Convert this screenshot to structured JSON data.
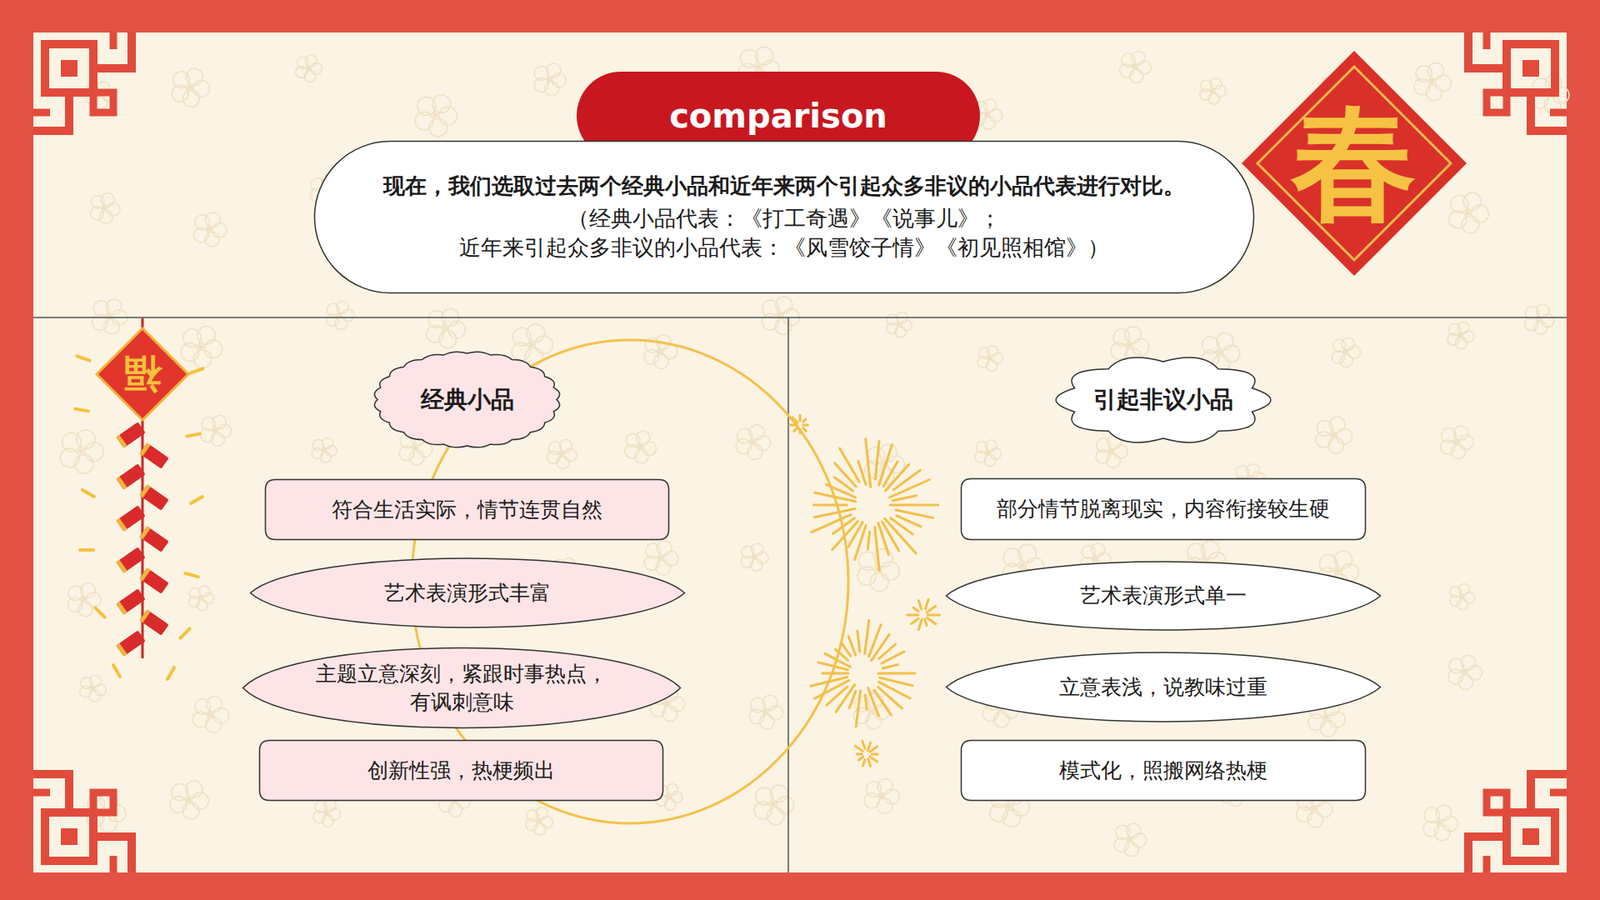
{
  "diagram": {
    "title": "comparison",
    "nodes": [
      {
        "text": [
          "现在，我们选取过去两个经典小品和近年来两个引起众多非议的小品代表进行对比。",
          "（经典小品代表：《打工奇遇》《说事儿》； 近年来引起众多非议的小品代表：《风雪饺子情》《初见照相馆》）"
        ]
      },
      {
        "text": [
          "经典小品"
        ]
      },
      {
        "text": [
          "符合生活实际，情节连贯自然"
        ]
      },
      {
        "text": [
          "艺术表演形式丰富"
        ]
      },
      {
        "text": [
          "主题立意深刻，紧跟时事热点， 有讽刺意味"
        ]
      },
      {
        "text": [
          "创新性强，热梗频出"
        ]
      },
      {
        "text": [
          "引起非议小品"
        ]
      },
      {
        "text": [
          "部分情节脱离现实，内容衔接较生硬"
        ]
      },
      {
        "text": [
          "艺术表演形式单一"
        ]
      },
      {
        "text": [
          "立意表浅，说教味过重"
        ]
      },
      {
        "text": [
          "模式化，照搬网络热梗"
        ]
      }
    ],
    "labels": [
      "春",
      "福"
    ]
  }
}
